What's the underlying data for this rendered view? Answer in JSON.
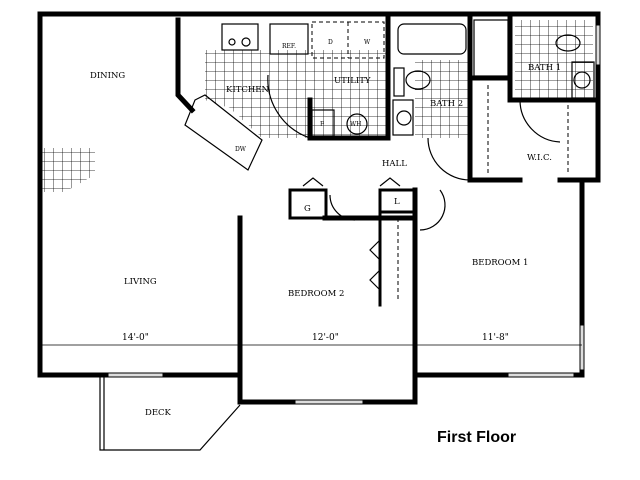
{
  "title": "First Floor",
  "rooms": {
    "dining": "DINING",
    "kitchen": "KITCHEN",
    "utility": "UTILITY",
    "bath1": "BATH 1",
    "bath2": "BATH 2",
    "wic": "W.I.C.",
    "hall": "HALL",
    "living": "LIVING",
    "bedroom2": "BEDROOM 2",
    "bedroom1": "BEDROOM 1",
    "deck": "DECK"
  },
  "fixtures": {
    "ref": "REF.",
    "dryer": "D",
    "washer": "W",
    "furnace": "F",
    "water_heater": "WH",
    "dishwasher": "DW",
    "closet_g": "G",
    "closet_l": "L"
  },
  "dimensions": {
    "living_width": "14'-0\"",
    "bedroom2_width": "12'-0\"",
    "bedroom1_width": "11'-8\""
  }
}
